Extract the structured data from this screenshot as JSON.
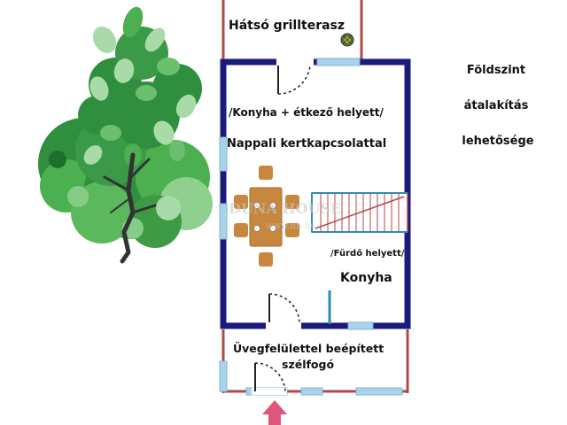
{
  "labels": {
    "back_terrace": "Hátsó grillterasz",
    "kitchen_dining_instead": "/Konyha + étkező helyett/",
    "living_garden": "Nappali kertkapcsolattal",
    "bathroom_instead": "/Fürdő helyett/",
    "kitchen": "Konyha",
    "vestibule_line1": "Üvegfelülettel beépített",
    "vestibule_line2": "szélfogó"
  },
  "title": {
    "line1": "Földszint",
    "line2": "átalakítás",
    "line3": "lehetősége"
  },
  "watermark": {
    "brand": "DUNA HOUSE",
    "url": "www.dh.hu"
  },
  "colors": {
    "main_wall": "#1b1b7a",
    "outer_wall": "#b04848",
    "window": "#a9d3ea",
    "stair": "#b04848",
    "divider": "#2a8fb8",
    "table": "#c8873f",
    "tree_dark": "#2f8f3f",
    "tree_mid": "#4caf50",
    "tree_light": "#a8dba8",
    "arrow": "#e0557a"
  },
  "icons": {
    "grill": "grill-icon",
    "entry_arrow": "entry-arrow-icon",
    "tree": "tree-icon"
  }
}
